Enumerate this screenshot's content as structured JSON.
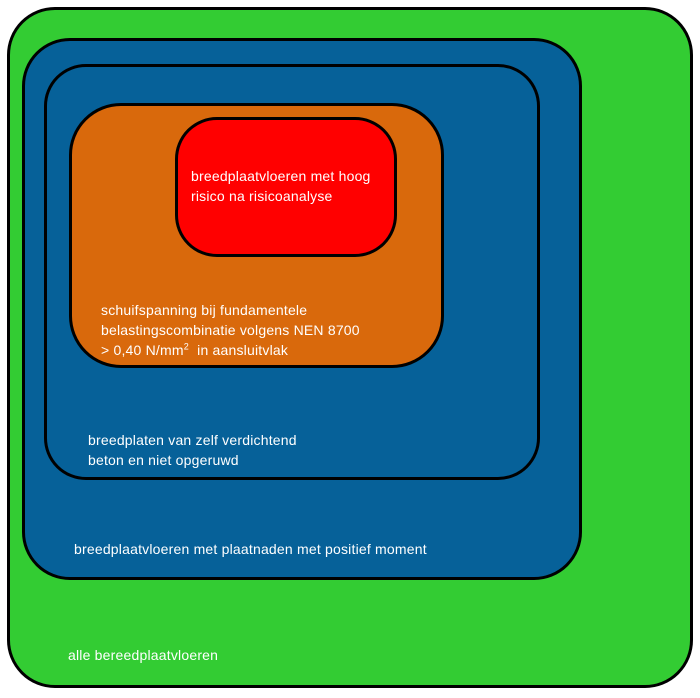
{
  "diagram": {
    "outer": {
      "label": "alle bereedplaatvloeren",
      "color": "#33cc33"
    },
    "positive_moment": {
      "label": "breedplaatvloeren met plaatnaden met positief moment",
      "color": "#066199"
    },
    "self_compacting": {
      "line1": "breedplaten van zelf verdichtend",
      "line2": "beton en niet opgeruwd",
      "color": "#066199"
    },
    "shear_stress": {
      "line1": "schuifspanning bij fundamentele",
      "line2": "belastingscombinatie volgens NEN 8700",
      "line3_prefix": "> 0,40 N/mm",
      "line3_sup": "2",
      "line3_suffix": "  in aansluitvlak",
      "color": "#d9690c"
    },
    "high_risk": {
      "line1": "breedplaatvloeren met hoog",
      "line2": "risico na risicoanalyse",
      "color": "#ff0000"
    }
  }
}
